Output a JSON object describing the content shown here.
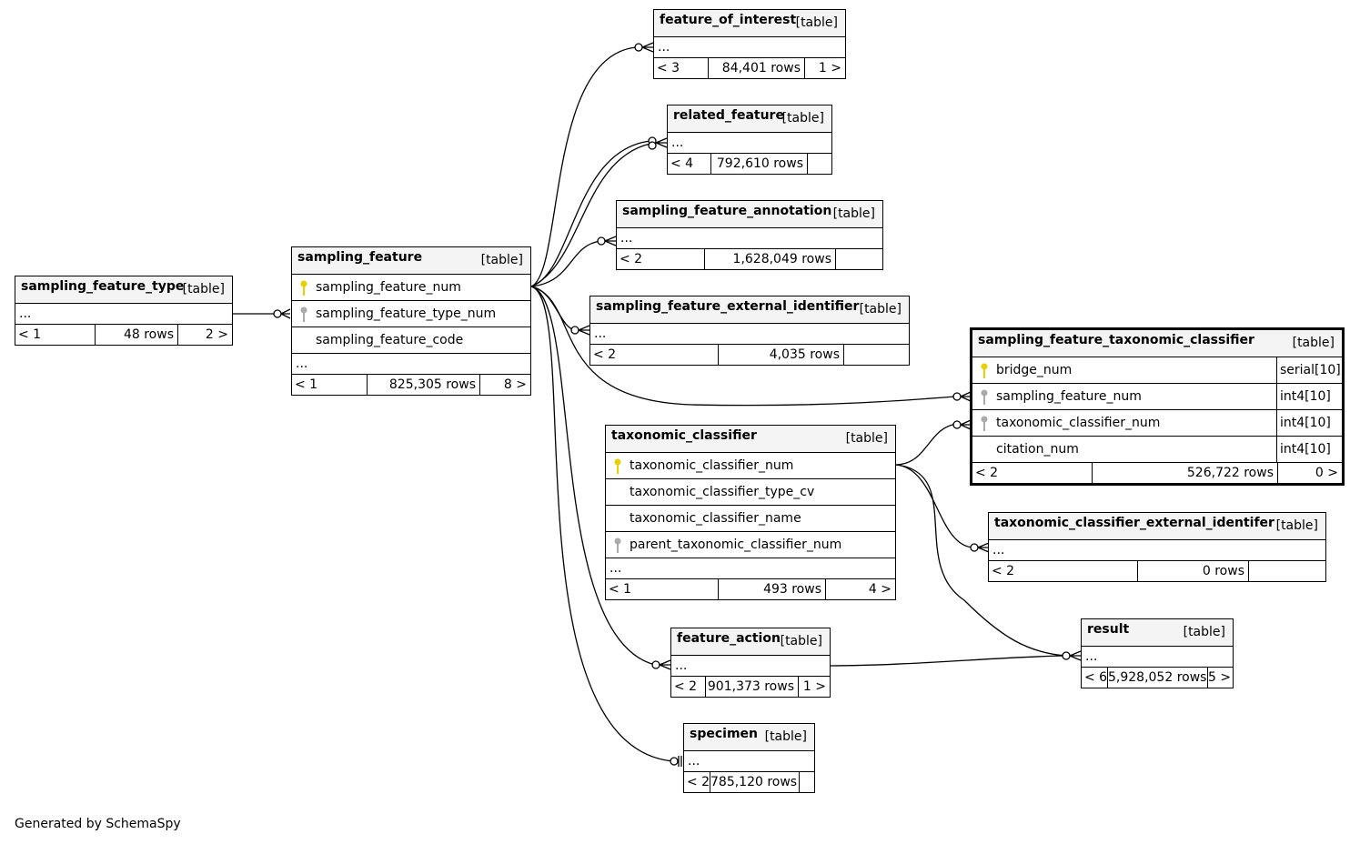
{
  "tables": {
    "feature_of_interest": {
      "name": "feature_of_interest",
      "kind": "[table]",
      "more": "...",
      "parents": "< 3",
      "rows": "84,401 rows",
      "children": "1 >"
    },
    "related_feature": {
      "name": "related_feature",
      "kind": "[table]",
      "more": "...",
      "parents": "< 4",
      "rows": "792,610 rows",
      "children": ""
    },
    "sampling_feature_annotation": {
      "name": "sampling_feature_annotation",
      "kind": "[table]",
      "more": "...",
      "parents": "< 2",
      "rows": "1,628,049 rows",
      "children": ""
    },
    "sampling_feature_external_identifier": {
      "name": "sampling_feature_external_identifier",
      "kind": "[table]",
      "more": "...",
      "parents": "< 2",
      "rows": "4,035 rows",
      "children": ""
    },
    "sampling_feature_type": {
      "name": "sampling_feature_type",
      "kind": "[table]",
      "more": "...",
      "parents": "< 1",
      "rows": "48 rows",
      "children": "2 >"
    },
    "sampling_feature": {
      "name": "sampling_feature",
      "kind": "[table]",
      "columns": [
        "sampling_feature_num",
        "sampling_feature_type_num",
        "sampling_feature_code"
      ],
      "more": "...",
      "parents": "< 1",
      "rows": "825,305 rows",
      "children": "8 >"
    },
    "sampling_feature_taxonomic_classifier": {
      "name": "sampling_feature_taxonomic_classifier",
      "kind": "[table]",
      "columns": [
        {
          "name": "bridge_num",
          "type": "serial[10]"
        },
        {
          "name": "sampling_feature_num",
          "type": "int4[10]"
        },
        {
          "name": "taxonomic_classifier_num",
          "type": "int4[10]"
        },
        {
          "name": "citation_num",
          "type": "int4[10]"
        }
      ],
      "parents": "< 2",
      "rows": "526,722 rows",
      "children": "0 >"
    },
    "taxonomic_classifier": {
      "name": "taxonomic_classifier",
      "kind": "[table]",
      "columns": [
        "taxonomic_classifier_num",
        "taxonomic_classifier_type_cv",
        "taxonomic_classifier_name",
        "parent_taxonomic_classifier_num"
      ],
      "more": "...",
      "parents": "< 1",
      "rows": "493 rows",
      "children": "4 >"
    },
    "taxonomic_classifier_external_identifer": {
      "name": "taxonomic_classifier_external_identifer",
      "kind": "[table]",
      "more": "...",
      "parents": "< 2",
      "rows": "0 rows",
      "children": ""
    },
    "result": {
      "name": "result",
      "kind": "[table]",
      "more": "...",
      "parents": "< 6",
      "rows": "5,928,052 rows",
      "children": "5 >"
    },
    "feature_action": {
      "name": "feature_action",
      "kind": "[table]",
      "more": "...",
      "parents": "< 2",
      "rows": "901,373 rows",
      "children": "1 >"
    },
    "specimen": {
      "name": "specimen",
      "kind": "[table]",
      "more": "...",
      "parents": "< 2",
      "rows": "785,120 rows",
      "children": ""
    }
  },
  "colors": {
    "primary_key": "#e8d000",
    "foreign_key": "#aaaaaa",
    "header_bg": "#f4f4f4"
  },
  "footer": {
    "credit": "Generated by SchemaSpy"
  }
}
